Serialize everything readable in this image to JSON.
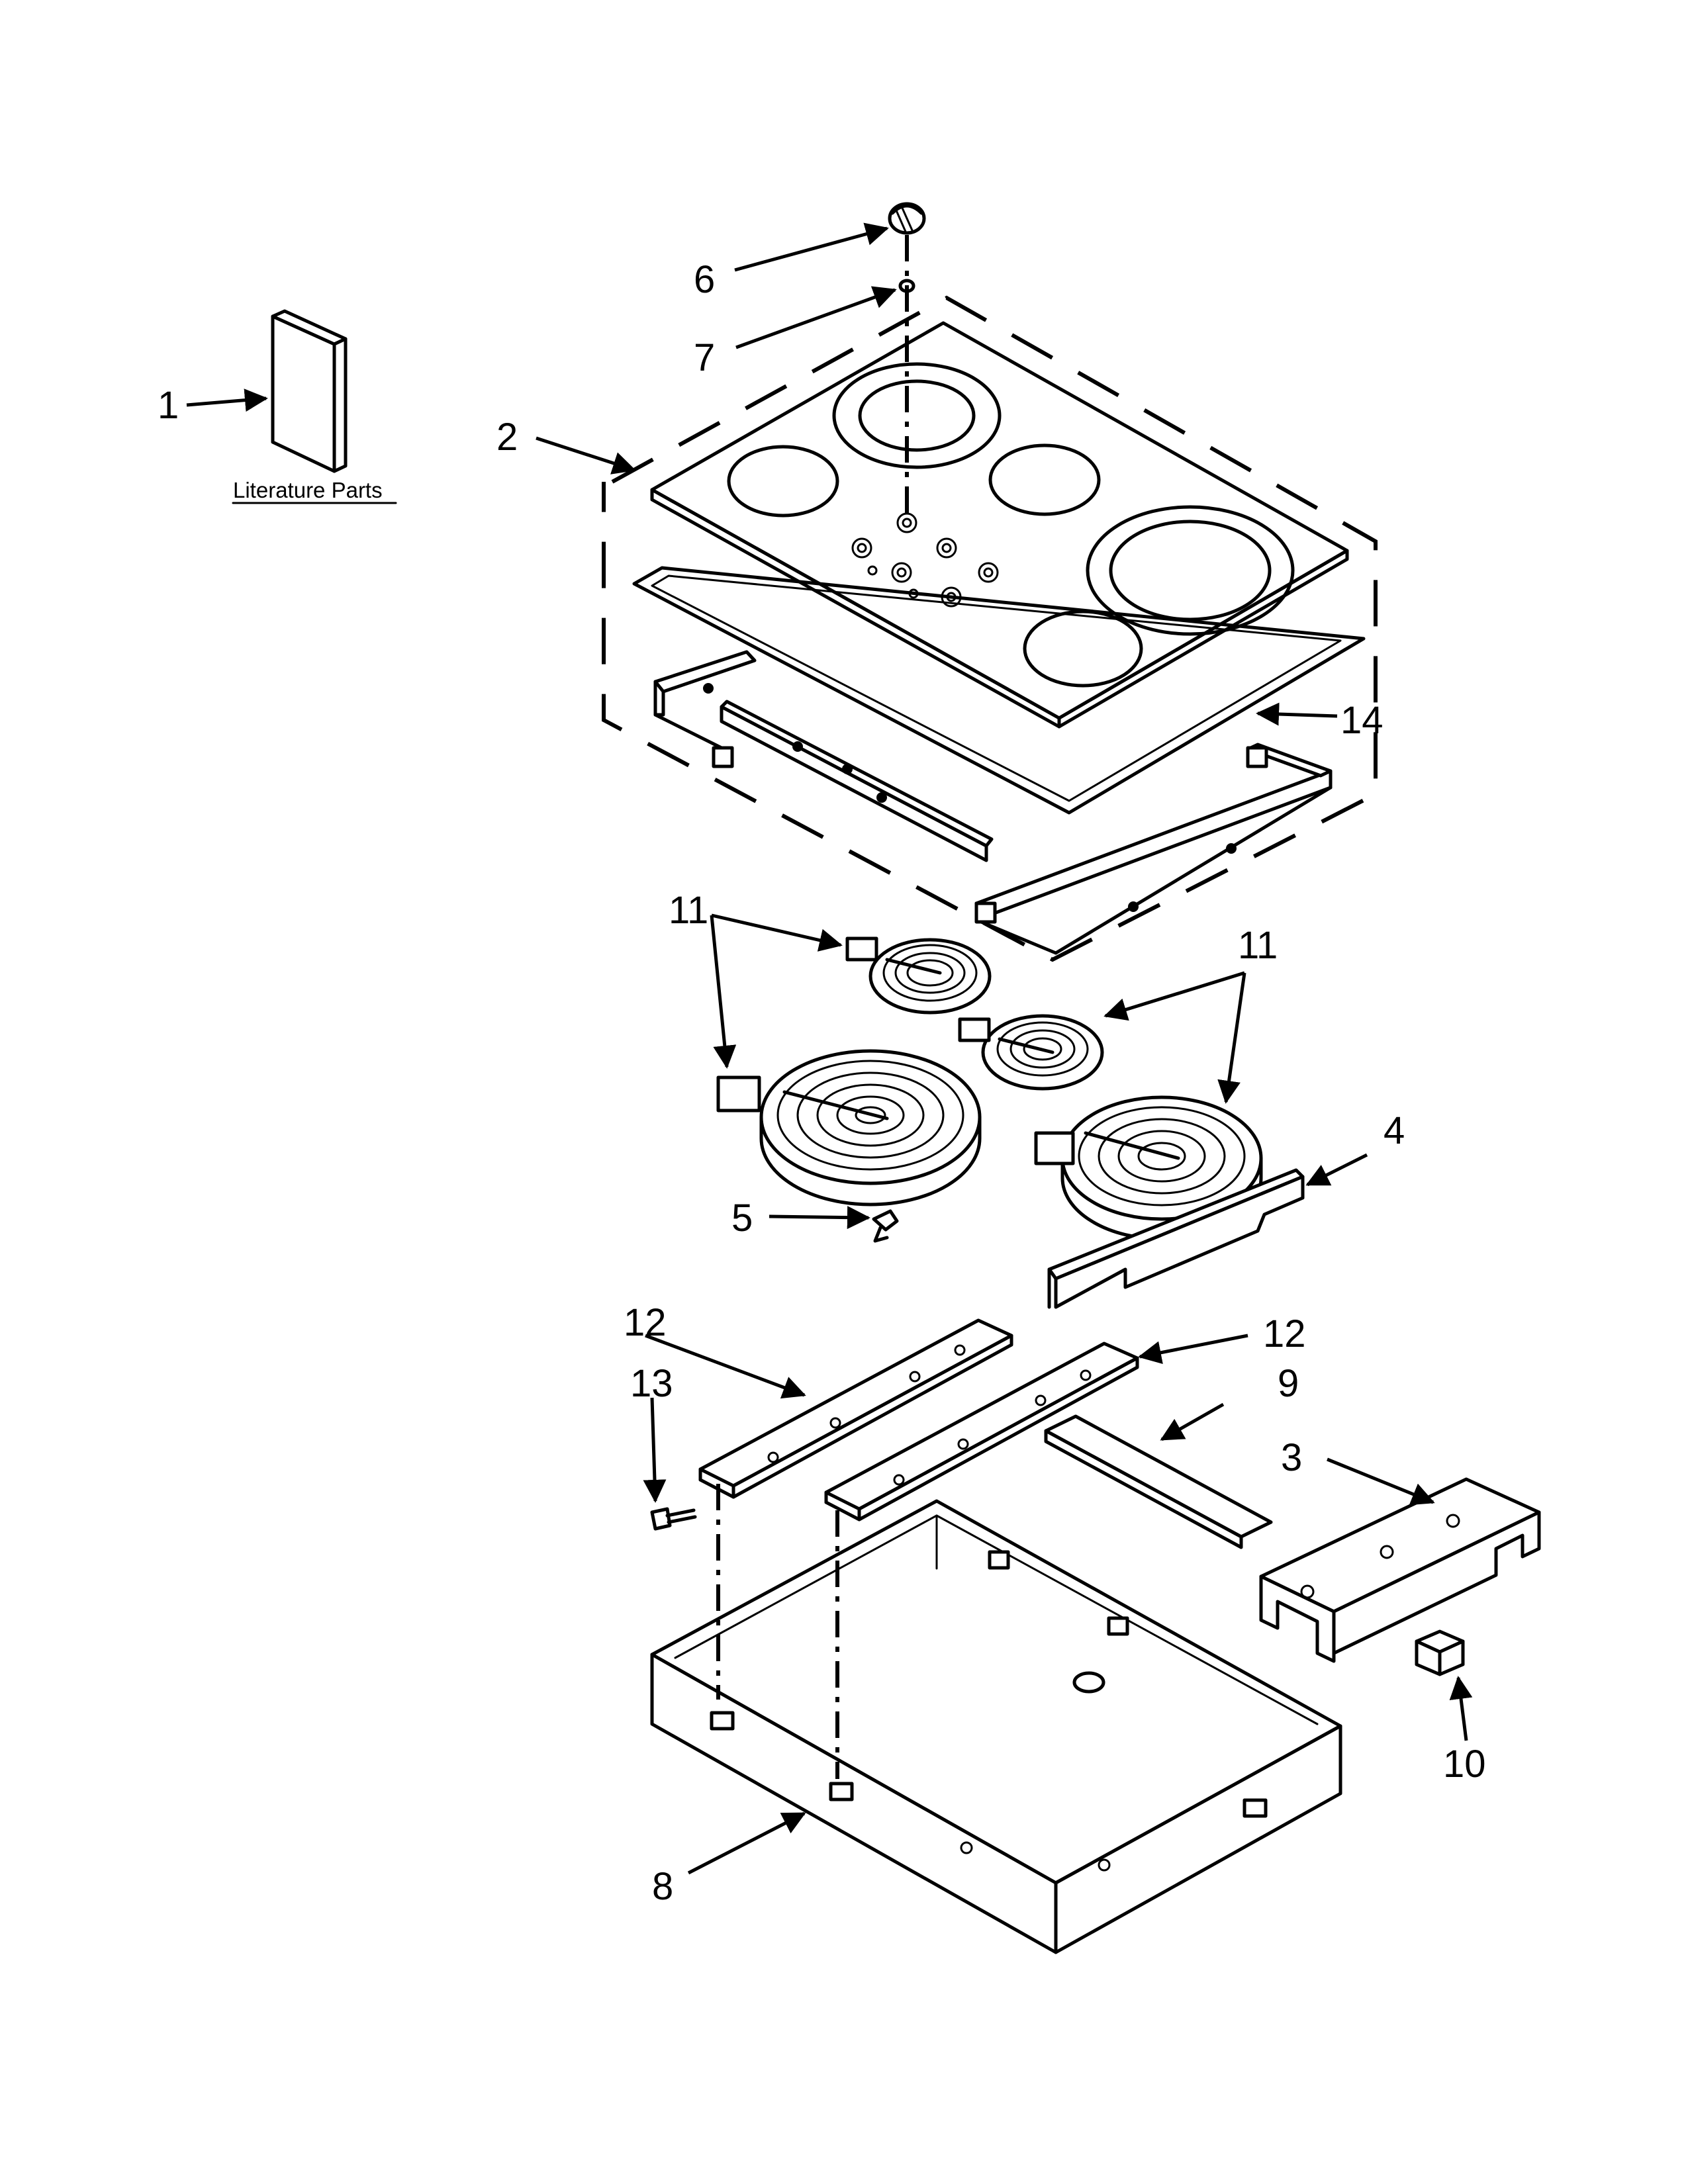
{
  "literature": {
    "label": "Literature Parts"
  },
  "callouts": {
    "c1": "1",
    "c2": "2",
    "c3": "3",
    "c4": "4",
    "c5": "5",
    "c6": "6",
    "c7": "7",
    "c8": "8",
    "c9": "9",
    "c10": "10",
    "c11a": "11",
    "c11b": "11",
    "c12a": "12",
    "c12b": "12",
    "c13": "13",
    "c14": "14"
  }
}
